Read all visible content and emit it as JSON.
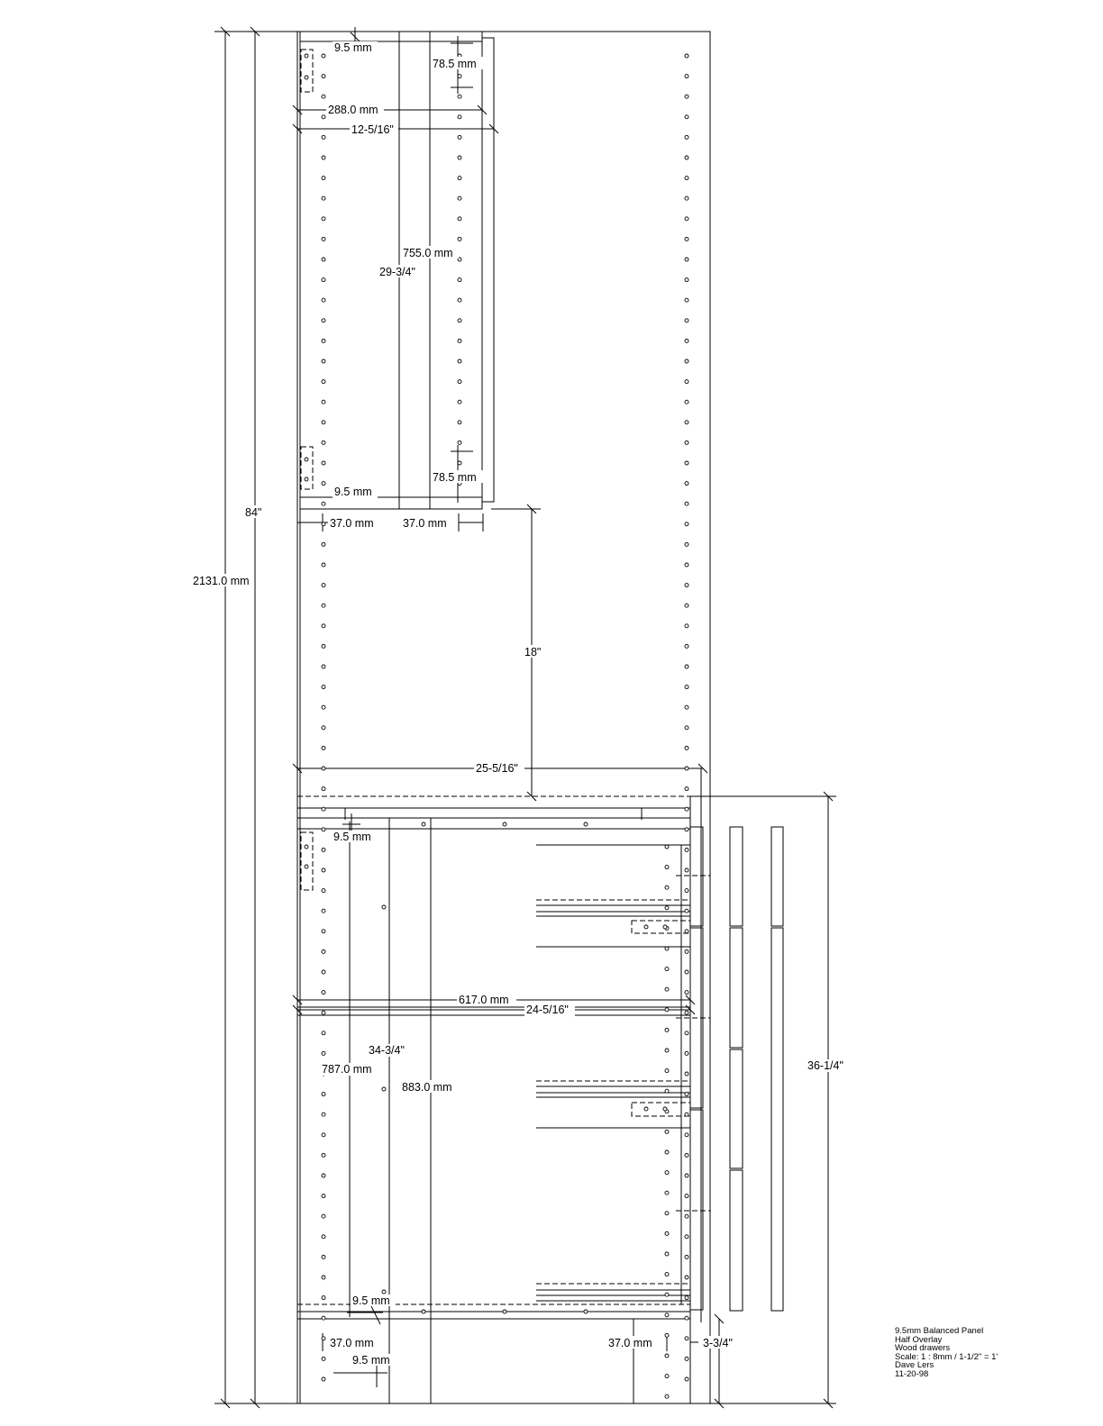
{
  "dimensions": {
    "total_height_mm": "2131.0 mm",
    "total_height_in": "84\"",
    "upper_gap_in": "18\"",
    "upper_width_in": "25-5/16\"",
    "door_setback_top": "9.5 mm",
    "door_setback_bottom": "9.5 mm",
    "hole_row_top": "78.5 mm",
    "hole_row_bottom": "78.5 mm",
    "upper_door_width_mm": "288.0 mm",
    "upper_door_width_in": "12-5/16\"",
    "upper_door_height_mm": "755.0 mm",
    "upper_door_height_in": "29-3/4\"",
    "upper_left_setback": "37.0 mm",
    "upper_right_setback": "37.0 mm",
    "lower_top_setback": "9.5 mm",
    "lower_width_mm": "617.0 mm",
    "lower_width_in": "24-5/16\"",
    "lower_door_height_in": "34-3/4\"",
    "lower_door_height_mm": "787.0 mm",
    "lower_side_height_mm": "883.0 mm",
    "lower_height_in": "36-1/4\"",
    "lower_bottom_setback_a": "9.5 mm",
    "lower_bottom_setback_b": "9.5 mm",
    "toe_left": "37.0 mm",
    "toe_right": "37.0 mm",
    "toe_height_in": "3-3/4\""
  },
  "notes": [
    "9.5mm Balanced Panel",
    "Half Overlay",
    "Wood drawers",
    "Scale: 1 : 8mm / 1-1/2\" = 1'",
    "Dave Lers",
    "11-20-98"
  ]
}
